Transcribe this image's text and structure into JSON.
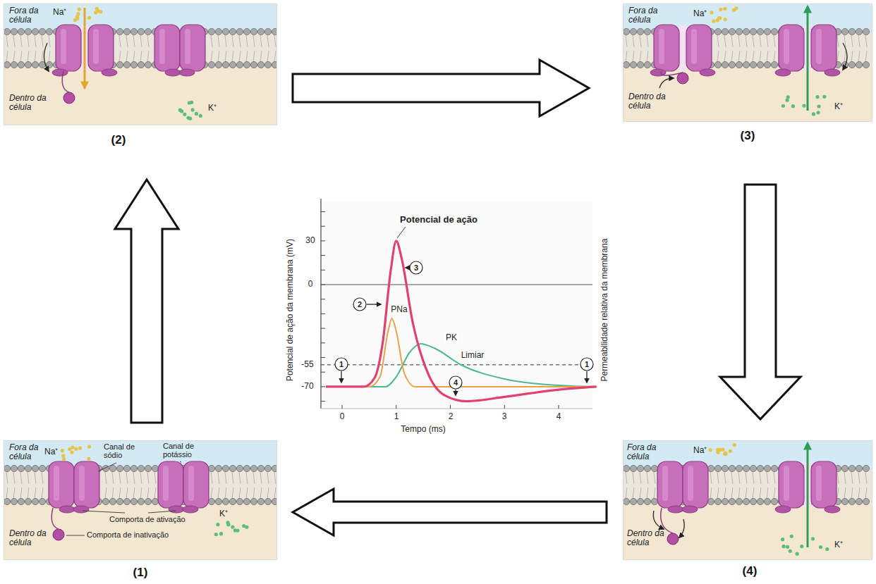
{
  "diagram": {
    "nodes": [
      {
        "text": [
          "Fora da célula",
          "Na⁺",
          "Canal de sódio",
          "Canal de potássio",
          "Dentro da célula",
          "Comporta de ativação",
          "K⁺",
          "Comporta de inativação",
          "(1)"
        ]
      },
      {
        "text": [
          "Fora da célula",
          "Na⁺",
          "Dentro da célula",
          "K⁺",
          "(2)"
        ]
      },
      {
        "text": [
          "Fora da célula",
          "Na⁺",
          "Dentro da célula",
          "K⁺",
          "(3)"
        ]
      },
      {
        "text": [
          "Fora da célula",
          "Na⁺",
          "Dentro da célula",
          "K⁺",
          "(4)"
        ]
      }
    ],
    "edges": [
      {
        "from": 0,
        "to": 1,
        "arrow": "to"
      },
      {
        "from": 1,
        "to": 2,
        "arrow": "to"
      },
      {
        "from": 2,
        "to": 3,
        "arrow": "to"
      },
      {
        "from": 3,
        "to": 0,
        "arrow": "to"
      }
    ],
    "labels": [
      "Potencial de ação",
      "30",
      "0",
      "-55",
      "-70",
      "3",
      "2",
      "PNa",
      "PK",
      "Limiar",
      "1",
      "4",
      "1",
      "0",
      "1",
      "2",
      "3",
      "4",
      "Tempo (ms)",
      "Potencial de ação da membrana (mV)",
      "Permeabilidade relativa da membrana"
    ]
  }
}
